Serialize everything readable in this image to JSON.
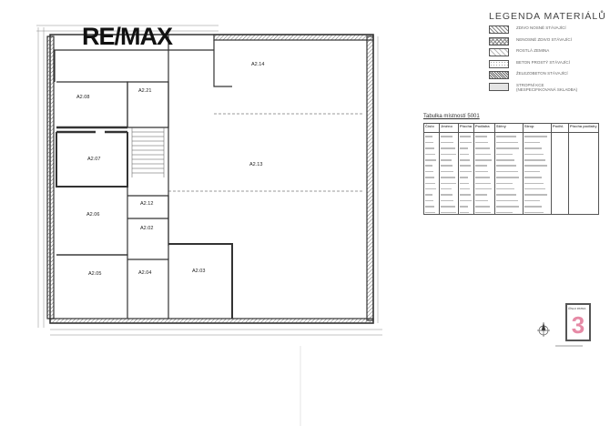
{
  "logo": {
    "text": "RE/MAX"
  },
  "legend": {
    "title": "LEGENDA MATERIÁLŮ",
    "items": [
      {
        "label": "ZDIVO NOSNÉ STÁVAJÍCÍ",
        "pattern": "hatch"
      },
      {
        "label": "NENOSNÉ ZDIVO STÁVAJÍCÍ",
        "pattern": "cross-hatch"
      },
      {
        "label": "ROSTLÁ ZEMINA",
        "pattern": "light-hatch"
      },
      {
        "label": "BETON PROSTÝ STÁVAJÍCÍ",
        "pattern": "dots"
      },
      {
        "label": "ŽELEZOBETON STÁVAJÍCÍ",
        "pattern": "dense-hatch"
      },
      {
        "label": "STROPNÍ KCE\n(NESPECIFIKOVANÁ SKLADBA)",
        "pattern": "gray"
      }
    ]
  },
  "room_table": {
    "title": "Tabulka místností 5001",
    "headers": [
      "Číslo",
      "Jméno",
      "Plocha",
      "Podlaha",
      "Stěny",
      "Strop",
      "Podhl.",
      "Plocha podlahy"
    ],
    "row_count": 14
  },
  "floor_plan": {
    "rooms": [
      {
        "id": "A2.14"
      },
      {
        "id": "A2.13"
      },
      {
        "id": "A2.08"
      },
      {
        "id": "A2.21"
      },
      {
        "id": "A2.07"
      },
      {
        "id": "A2.06"
      },
      {
        "id": "A2.12"
      },
      {
        "id": "A2.02"
      },
      {
        "id": "A2.05"
      },
      {
        "id": "A2.04"
      },
      {
        "id": "A2.03"
      }
    ]
  },
  "floor_badge": {
    "label": "ČÍSLO PATRA",
    "number": "3",
    "number_color": "#e68aa6"
  },
  "icons": {
    "north_arrow": "north-arrow-icon"
  }
}
